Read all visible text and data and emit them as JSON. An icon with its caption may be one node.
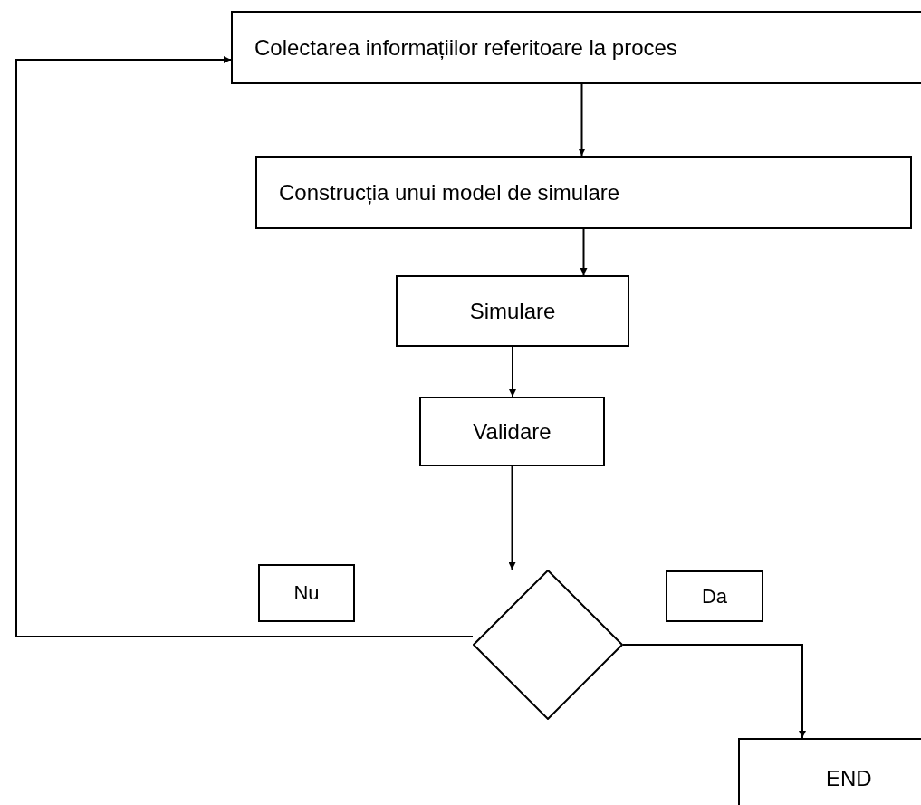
{
  "diagram": {
    "nodes": [
      {
        "text": [
          "Colectarea informațiilor referitoare la proces"
        ]
      },
      {
        "text": [
          "Construcția unui model de simulare"
        ]
      },
      {
        "text": [
          "Simulare"
        ]
      },
      {
        "text": [
          "Validare"
        ]
      },
      {
        "text": [],
        "shape": "diamond"
      },
      {
        "text": [
          "END"
        ]
      }
    ],
    "edges": [
      {
        "from": 0,
        "to": 1,
        "arrow": "to"
      },
      {
        "from": 1,
        "to": 2,
        "arrow": "to"
      },
      {
        "from": 2,
        "to": 3,
        "arrow": "to"
      },
      {
        "from": 3,
        "to": 4,
        "arrow": "to"
      },
      {
        "from": 4,
        "to": 0,
        "arrow": "to",
        "label": "Nu"
      },
      {
        "from": 4,
        "to": 5,
        "arrow": "to",
        "label": "Da"
      }
    ]
  }
}
